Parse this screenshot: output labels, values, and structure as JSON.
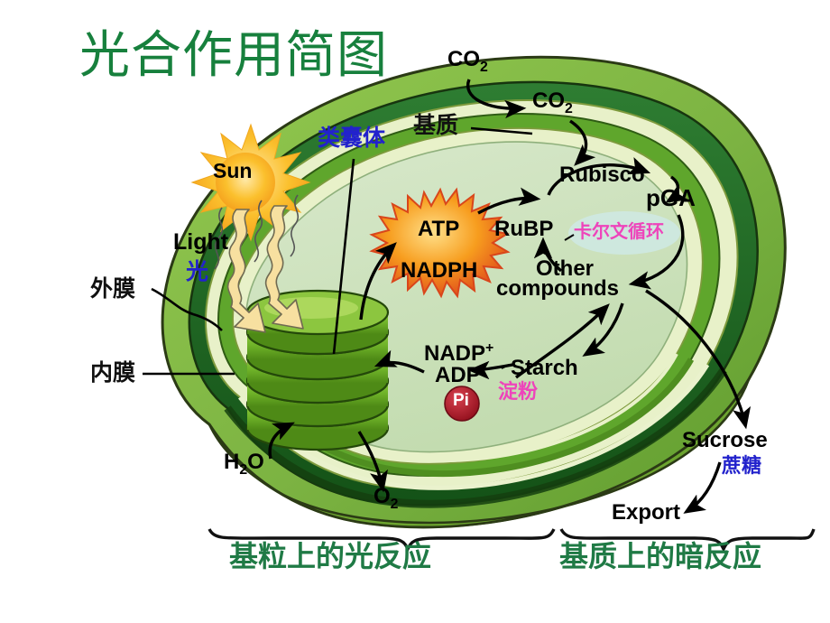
{
  "diagram": {
    "title": "光合作用简图",
    "title_color": "#17803d",
    "background": "#ffffff",
    "type": "biology-diagram",
    "subject": "chloroplast-photosynthesis"
  },
  "labels": {
    "co2_outside": "CO",
    "co2_outside_sub": "2",
    "co2_inside": "CO",
    "co2_inside_sub": "2",
    "stroma_cn": "基质",
    "thylakoid_cn": "类囊体",
    "sun": "Sun",
    "light": "Light",
    "light_cn": "光",
    "outer_membrane_cn": "外膜",
    "inner_membrane_cn": "内膜",
    "atp": "ATP",
    "nadph": "NADPH",
    "rubisco": "Rubisco",
    "pga": "pGA",
    "rubp": "RuBP",
    "calvin_cn": "卡尔文循环",
    "other_compounds_line1": "Other",
    "other_compounds_line2": "compounds",
    "nadp_plus": "NADP",
    "nadp_plus_sup": "+",
    "adp": "ADP",
    "pi": "Pi",
    "starch": "Starch",
    "starch_cn": "淀粉",
    "h2o": "H",
    "h2o_sub": "2",
    "h2o_tail": "O",
    "o2": "O",
    "o2_sub": "2",
    "sucrose": "Sucrose",
    "sucrose_cn": "蔗糖",
    "export": "Export",
    "caption_left_cn": "基粒上的光反应",
    "caption_right_cn": "基质上的暗反应"
  },
  "colors": {
    "title_green": "#17803d",
    "caption_green": "#1f7a45",
    "chinese_blue": "#2222cc",
    "chinese_pink": "#ee44bb",
    "stroma_fill": "#cfe3c0",
    "inner_pale": "#b9d6a2",
    "membrane_cream": "#e6efc8",
    "membrane_mid_green": "#59a02f",
    "membrane_dark_green": "#1b5e20",
    "outer_body_green": "#7cb342",
    "granum_green": "#73b22c",
    "granum_dark": "#4e8a16",
    "atp_star_orange": "#f59b1e",
    "atp_star_edge": "#d9461b",
    "sun_yellow": "#fbc02d",
    "sun_orange": "#f7a424",
    "pi_red": "#b2182b",
    "light_ray": "#f6dd8e",
    "arrow_black": "#000000",
    "calvin_halo": "#cfe9ea"
  },
  "icons": {
    "sun": "sun-icon",
    "atp_burst": "atp-starburst-icon",
    "pi_circle": "phosphate-circle-icon",
    "light_rays": "light-ray-icon"
  },
  "chart_data": {
    "type": "diagram",
    "title": "光合作用简图",
    "nodes": [
      "CO2",
      "基质",
      "类囊体",
      "Sun",
      "Light/光",
      "外膜",
      "内膜",
      "ATP",
      "NADPH",
      "Rubisco",
      "pGA",
      "RuBP",
      "卡尔文循环",
      "Other compounds",
      "NADP+",
      "ADP",
      "Pi",
      "Starch/淀粉",
      "H2O",
      "O2",
      "Sucrose/蔗糖",
      "Export"
    ],
    "regions": [
      "基粒上的光反应",
      "基质上的暗反应"
    ]
  }
}
